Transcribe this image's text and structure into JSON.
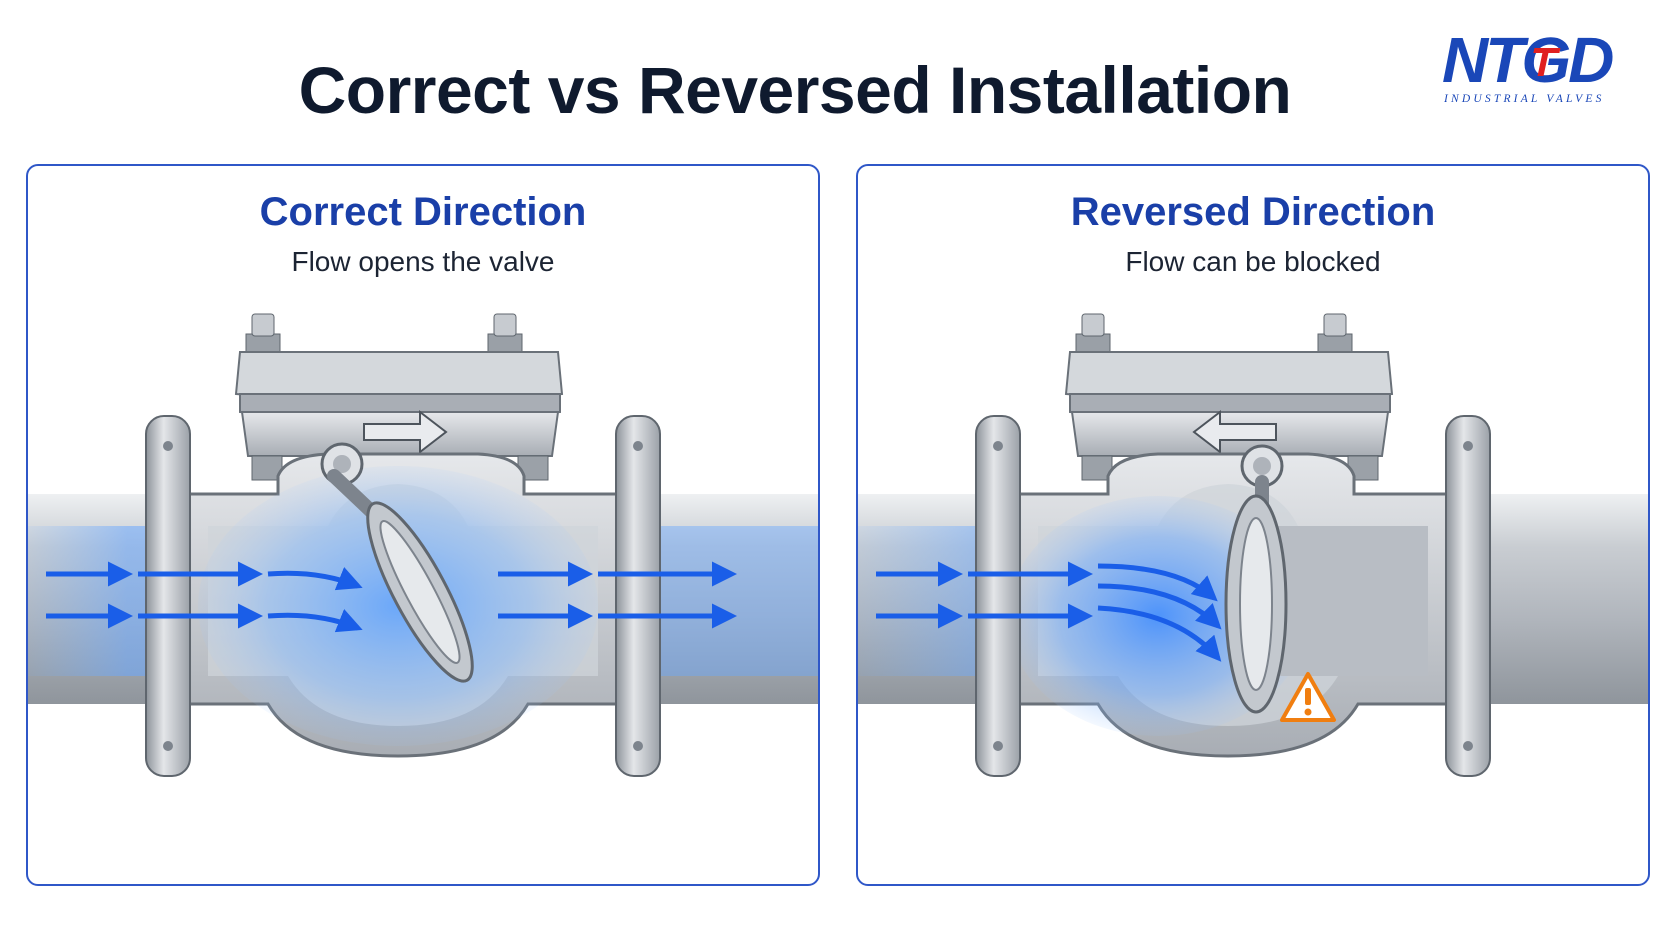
{
  "title": "Correct vs Reversed Installation",
  "logo": {
    "wordmark": "NTGD",
    "tagline": "INDUSTRIAL VALVES",
    "color_blue": "#1a47b8",
    "color_red": "#e02020"
  },
  "panels": [
    {
      "id": "correct",
      "title": "Correct Direction",
      "subtitle": "Flow opens the valve",
      "disc_state": "open",
      "body_arrow": "right"
    },
    {
      "id": "reversed",
      "title": "Reversed Direction",
      "subtitle": "Flow can be blocked",
      "disc_state": "closed",
      "body_arrow": "left",
      "warning_icon": "warning-triangle-icon"
    }
  ],
  "colors": {
    "title": "#0f1a2e",
    "panel_title": "#1a3fa8",
    "panel_border": "#2f57c8",
    "flow_blue": "#1a5ee8",
    "flow_glow": "#5aa0ff",
    "steel_light": "#dfe2e6",
    "steel_mid": "#b9bec5",
    "steel_dark": "#7d848d",
    "warning": "#f07e10"
  }
}
